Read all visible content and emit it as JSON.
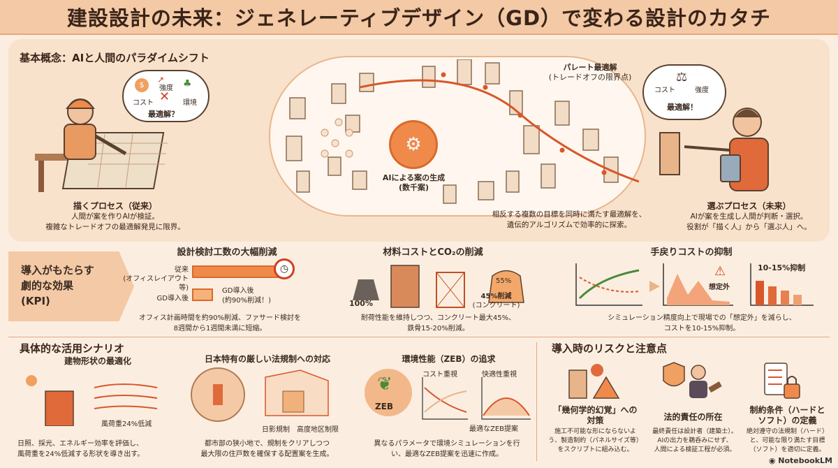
{
  "title": "建設設計の未来：ジェネレーティブデザイン（GD）で変わる設計のカタチ",
  "top": {
    "section_title": "基本概念：AIと人間のパラダイムシフト",
    "left_bubble": {
      "cost": "コスト",
      "strength": "強度",
      "env": "環境",
      "question": "最適解？"
    },
    "left_caption_title": "描くプロセス（従来）",
    "left_caption_lines": [
      "人間が案を作りAIが検証。",
      "複雑なトレードオフの最適解発見に限界。"
    ],
    "center_label_1": "AIによる案の生成",
    "center_label_2": "(数千案)",
    "pareto_1": "パレート最適解",
    "pareto_2": "(トレードオフの限界点)",
    "center_caption_lines": [
      "相反する複数の目標を同時に満たす最適解を、",
      "遺伝的アルゴリズムで効率的に探索。"
    ],
    "right_bubble": {
      "cost": "コスト",
      "strength": "強度",
      "answer": "最適解！"
    },
    "right_caption_title": "選ぶプロセス（未来）",
    "right_caption_lines": [
      "AIが案を生成し人間が判断・選択。",
      "役割が「描く人」から「選ぶ人」へ。"
    ]
  },
  "kpi": {
    "tag_lines": [
      "導入がもたらす",
      "劇的な効果",
      "(KPI)"
    ],
    "k1": {
      "title": "設計検討工数の大幅削減",
      "row1_label_1": "従来",
      "row1_label_2": "(オフィスレイアウト等)",
      "row2_label": "GD導入後",
      "after_note_1": "GD導入後",
      "after_note_2": "(約90%削減！)",
      "desc_lines": [
        "オフィス計画時間を約90%削減、ファサード検討を",
        "8週間から1週間未満に短縮。"
      ]
    },
    "k2": {
      "title": "材料コストとCO₂の削減",
      "weight_label": "100%",
      "bag_label": "55%",
      "reduction_1": "45%削減",
      "reduction_2": "(コンクリート)",
      "desc_lines": [
        "耐荷性能を維持しつつ、コンクリート最大45%、",
        "鉄骨15-20%削減。"
      ]
    },
    "k3": {
      "title": "手戻りコストの抑制",
      "unexpected": "想定外",
      "reduction": "10-15%抑制",
      "desc_lines": [
        "シミュレーション精度向上で現場での「想定外」を減らし、",
        "コストを10-15%抑制。"
      ]
    }
  },
  "scenarios": {
    "title": "具体的な活用シナリオ",
    "s1": {
      "title": "建物形状の最適化",
      "note": "風荷重24%低減",
      "desc_lines": [
        "日照、採光、エネルギー効率を評価し、",
        "風荷重を24%低減する形状を導き出す。"
      ]
    },
    "s2": {
      "title": "日本特有の厳しい法規制への対応",
      "label_a": "日影規制",
      "label_b": "高度地区制限",
      "desc_lines": [
        "都市部の狭小地で、規制をクリアしつつ",
        "最大限の住戸数を確保する配置案を生成。"
      ]
    },
    "s3": {
      "title": "環境性能（ZEB）の追求",
      "zeb": "ZEB",
      "cost_focus": "コスト重視",
      "comfort_focus": "快適性重視",
      "best": "最適なZEB提案",
      "desc_lines": [
        "異なるパラメータで環境シミュレーションを行",
        "い、最適なZEB提案を迅速に作成。"
      ]
    }
  },
  "risks": {
    "title": "導入時のリスクと注意点",
    "r1": {
      "title_lines": [
        "「幾何学的幻覚」への",
        "対策"
      ],
      "desc_lines": [
        "施工不可能な形にならないよ",
        "う、製造制約（パネルサイズ等）",
        "をスクリプトに組み込む。"
      ]
    },
    "r2": {
      "title_lines": [
        "法的責任の所在"
      ],
      "desc_lines": [
        "最終責任は設計者（建築士）。",
        "AIの出力を鵜呑みにせず、",
        "人間による検証工程が必須。"
      ]
    },
    "r3": {
      "title_lines": [
        "制約条件（ハードと",
        "ソフト）の定義"
      ],
      "desc_lines": [
        "絶対遵守の法規制（ハード）",
        "と、可能な限り満たす目標",
        "（ソフト）を適切に定義。"
      ]
    }
  },
  "footer": "NotebookLM"
}
